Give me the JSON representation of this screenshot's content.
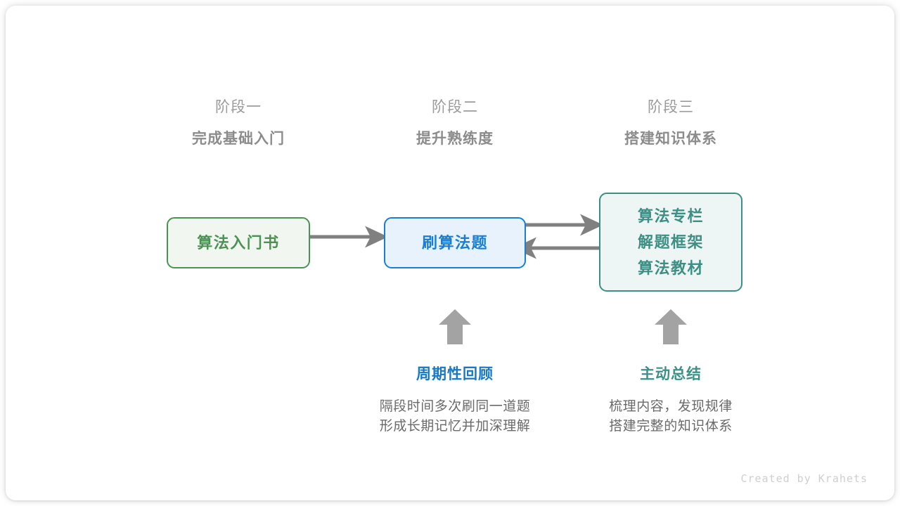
{
  "canvas": {
    "background": "#ffffff",
    "credit": "Created by Krahets"
  },
  "colors": {
    "green": "#4c9255",
    "green_fill": "#f1f7f0",
    "blue": "#1a7fd4",
    "blue_fill": "#e7f2fc",
    "teal": "#3d8f85",
    "teal_fill": "#edf6f4",
    "arrow_gray": "#808080",
    "up_arrow_gray": "#a3a3a3",
    "stage_phase_gray": "#9b9b9b",
    "stage_title_gray": "#8c8c8c",
    "desc_gray": "#6a6a6a",
    "credit_gray": "#cfcfcf"
  },
  "stages": [
    {
      "phase": "阶段一",
      "title": "完成基础入门"
    },
    {
      "phase": "阶段二",
      "title": "提升熟练度"
    },
    {
      "phase": "阶段三",
      "title": "搭建知识体系"
    }
  ],
  "nodes": {
    "book": {
      "label": "算法入门书"
    },
    "practice": {
      "label": "刷算法题"
    },
    "knowledge": {
      "lines": [
        "算法专栏",
        "解题框架",
        "算法教材"
      ]
    }
  },
  "arrows": [
    {
      "name": "book-to-practice",
      "direction": "right"
    },
    {
      "name": "practice-to-knowledge",
      "direction": "right"
    },
    {
      "name": "knowledge-to-practice",
      "direction": "left"
    },
    {
      "name": "review-up",
      "direction": "up"
    },
    {
      "name": "summary-up",
      "direction": "up"
    }
  ],
  "notes": [
    {
      "title": "周期性回顾",
      "desc_lines": [
        "隔段时间多次刷同一道题",
        "形成长期记忆并加深理解"
      ]
    },
    {
      "title": "主动总结",
      "desc_lines": [
        "梳理内容，发现规律",
        "搭建完整的知识体系"
      ]
    }
  ]
}
